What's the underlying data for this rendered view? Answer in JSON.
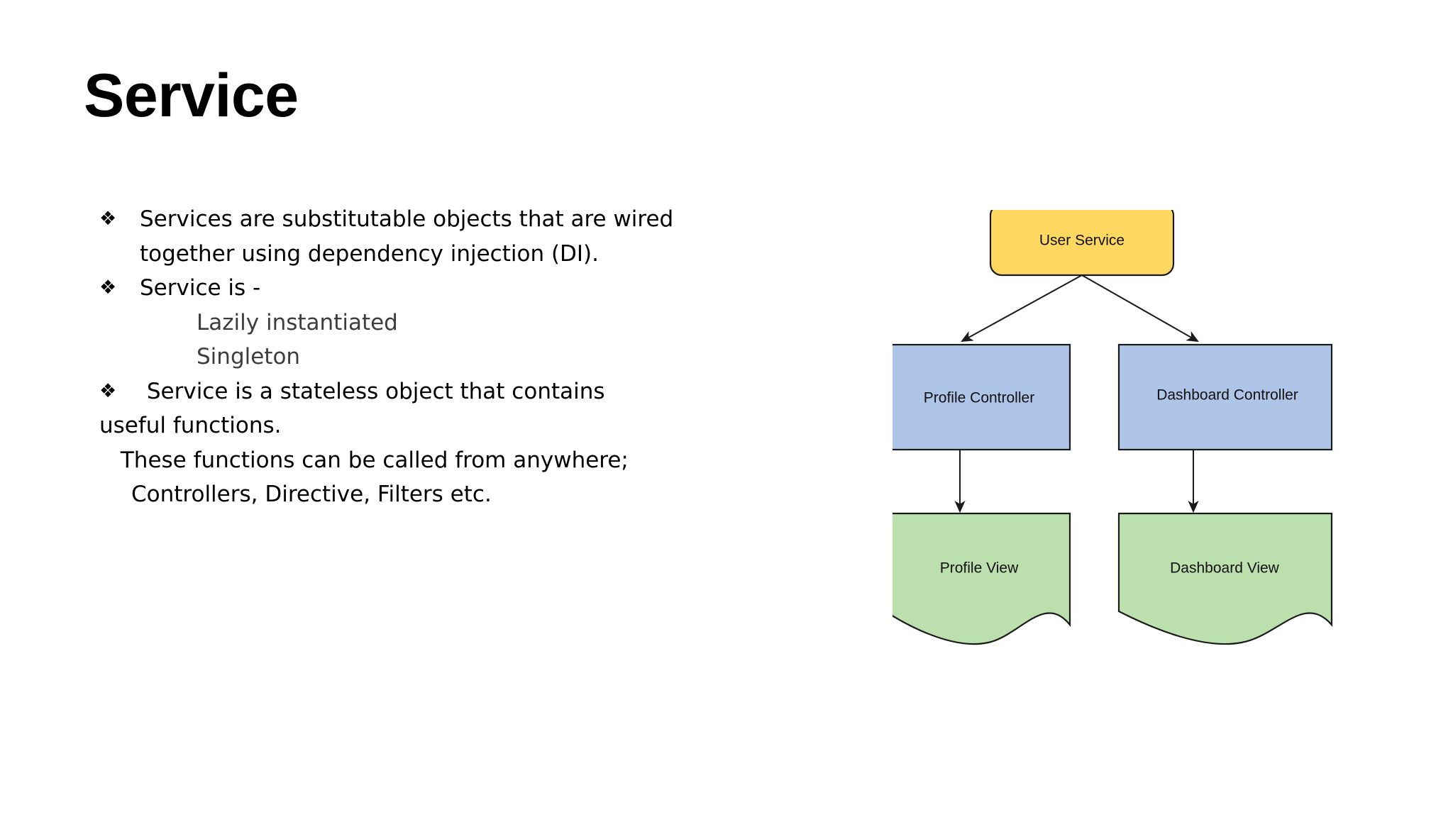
{
  "slide": {
    "title": "Service",
    "bullet_glyph": "❖"
  },
  "content": {
    "lines": [
      {
        "id": "l1",
        "bullet": true,
        "indent": 0,
        "style": "normal",
        "text": "Services are substitutable objects that are wired"
      },
      {
        "id": "l2",
        "bullet": false,
        "indent": 1,
        "style": "normal",
        "text": "together using dependency injection (DI)."
      },
      {
        "id": "l3",
        "bullet": true,
        "indent": 0,
        "style": "normal",
        "text": "Service is -"
      },
      {
        "id": "l4",
        "bullet": false,
        "indent": 2,
        "style": "sub",
        "text": "Lazily instantiated"
      },
      {
        "id": "l5",
        "bullet": false,
        "indent": 2,
        "style": "sub",
        "text": "Singleton"
      },
      {
        "id": "l6",
        "bullet": true,
        "indent": 0,
        "style": "normal",
        "text": " Service is a stateless object that contains"
      },
      {
        "id": "l7",
        "bullet": false,
        "indent": 0,
        "style": "normal",
        "text": "useful functions."
      },
      {
        "id": "l8",
        "bullet": false,
        "indent": 0,
        "style": "normal",
        "text": " These functions can be called from anywhere;"
      },
      {
        "id": "l9",
        "bullet": false,
        "indent": 1,
        "style": "normal",
        "text": "Controllers, Directive, Filters etc."
      }
    ],
    "texts": {
      "line1": "Services are substitutable objects that are wired",
      "line2": "together using dependency injection (DI).",
      "line3": "Service is -",
      "line4": "Lazily instantiated",
      "line5": "Singleton",
      "line6": " Service is a stateless object that contains",
      "line7": "useful functions.",
      "line8": " These functions can be called from anywhere;",
      "line9": "Controllers, Directive, Filters etc."
    }
  },
  "diagram": {
    "nodes": {
      "user_service": "User Service",
      "profile_controller": "Profile Controller",
      "dashboard_controller": "Dashboard Controller",
      "profile_view": "Profile View",
      "dashboard_view": "Dashboard View"
    },
    "colors": {
      "service_fill": "#ffd862",
      "controller_fill": "#aec5e8",
      "view_fill": "#bce0ad",
      "stroke": "#1a1a1a",
      "label": "#111111"
    },
    "edges": [
      {
        "from": "User Service",
        "to": "Profile Controller"
      },
      {
        "from": "User Service",
        "to": "Dashboard Controller"
      },
      {
        "from": "Profile Controller",
        "to": "Profile View"
      },
      {
        "from": "Dashboard Controller",
        "to": "Dashboard View"
      }
    ]
  },
  "theme": {
    "background": "#ffffff",
    "text": "#000000",
    "subtext": "#3d3d3d"
  }
}
